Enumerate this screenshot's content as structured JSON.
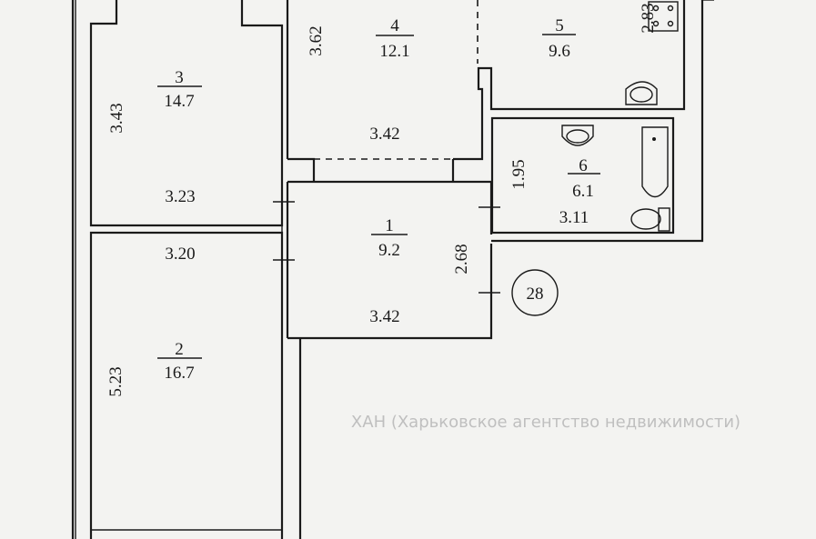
{
  "watermark": "ХАН (Харьковское агентство недвижимости)",
  "apartment_number": "28",
  "rooms": [
    {
      "number": "1",
      "area": "9.2",
      "dims": [
        "3.42",
        "2.68"
      ]
    },
    {
      "number": "2",
      "area": "16.7",
      "dims": [
        "3.20",
        "5.23"
      ]
    },
    {
      "number": "3",
      "area": "14.7",
      "dims": [
        "3.43",
        "3.23"
      ]
    },
    {
      "number": "4",
      "area": "12.1",
      "dims": [
        "3.62",
        "3.42"
      ]
    },
    {
      "number": "5",
      "area": "9.6",
      "dims": [
        "2.83"
      ]
    },
    {
      "number": "6",
      "area": "6.1",
      "dims": [
        "1.95",
        "3.11"
      ]
    }
  ]
}
